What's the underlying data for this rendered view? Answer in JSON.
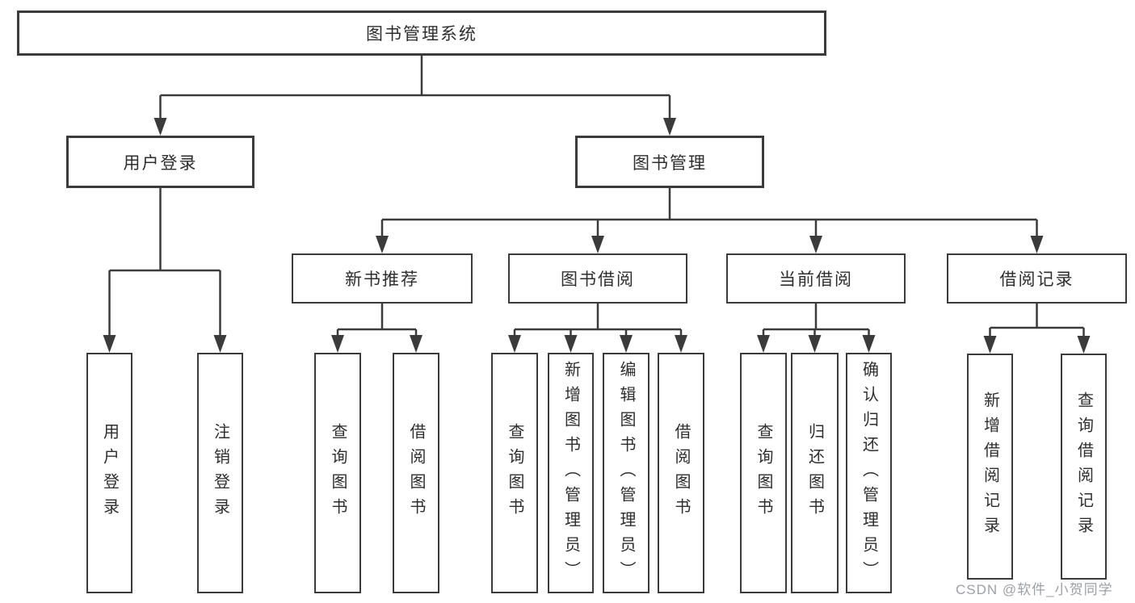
{
  "diagram": {
    "root": {
      "label": "图书管理系统"
    },
    "branches": [
      {
        "label": "用户登录",
        "children": [
          {
            "label": "用户登录"
          },
          {
            "label": "注销登录"
          }
        ]
      },
      {
        "label": "图书管理",
        "children": [
          {
            "label": "新书推荐",
            "children": [
              {
                "label": "查询图书"
              },
              {
                "label": "借阅图书"
              }
            ]
          },
          {
            "label": "图书借阅",
            "children": [
              {
                "label": "查询图书"
              },
              {
                "label": "新增图书（管理员）"
              },
              {
                "label": "编辑图书（管理员）"
              },
              {
                "label": "借阅图书"
              }
            ]
          },
          {
            "label": "当前借阅",
            "children": [
              {
                "label": "查询图书"
              },
              {
                "label": "归还图书"
              },
              {
                "label": "确认归还（管理员）"
              }
            ]
          },
          {
            "label": "借阅记录",
            "children": [
              {
                "label": "新增借阅记录"
              },
              {
                "label": "查询借阅记录"
              }
            ]
          }
        ]
      }
    ]
  },
  "watermark": {
    "text": "CSDN @软件_小贺同学"
  },
  "colors": {
    "line": "#3b3b3b",
    "text": "#2e2e2e",
    "watermark": "#9ca0a6",
    "background": "#ffffff"
  }
}
